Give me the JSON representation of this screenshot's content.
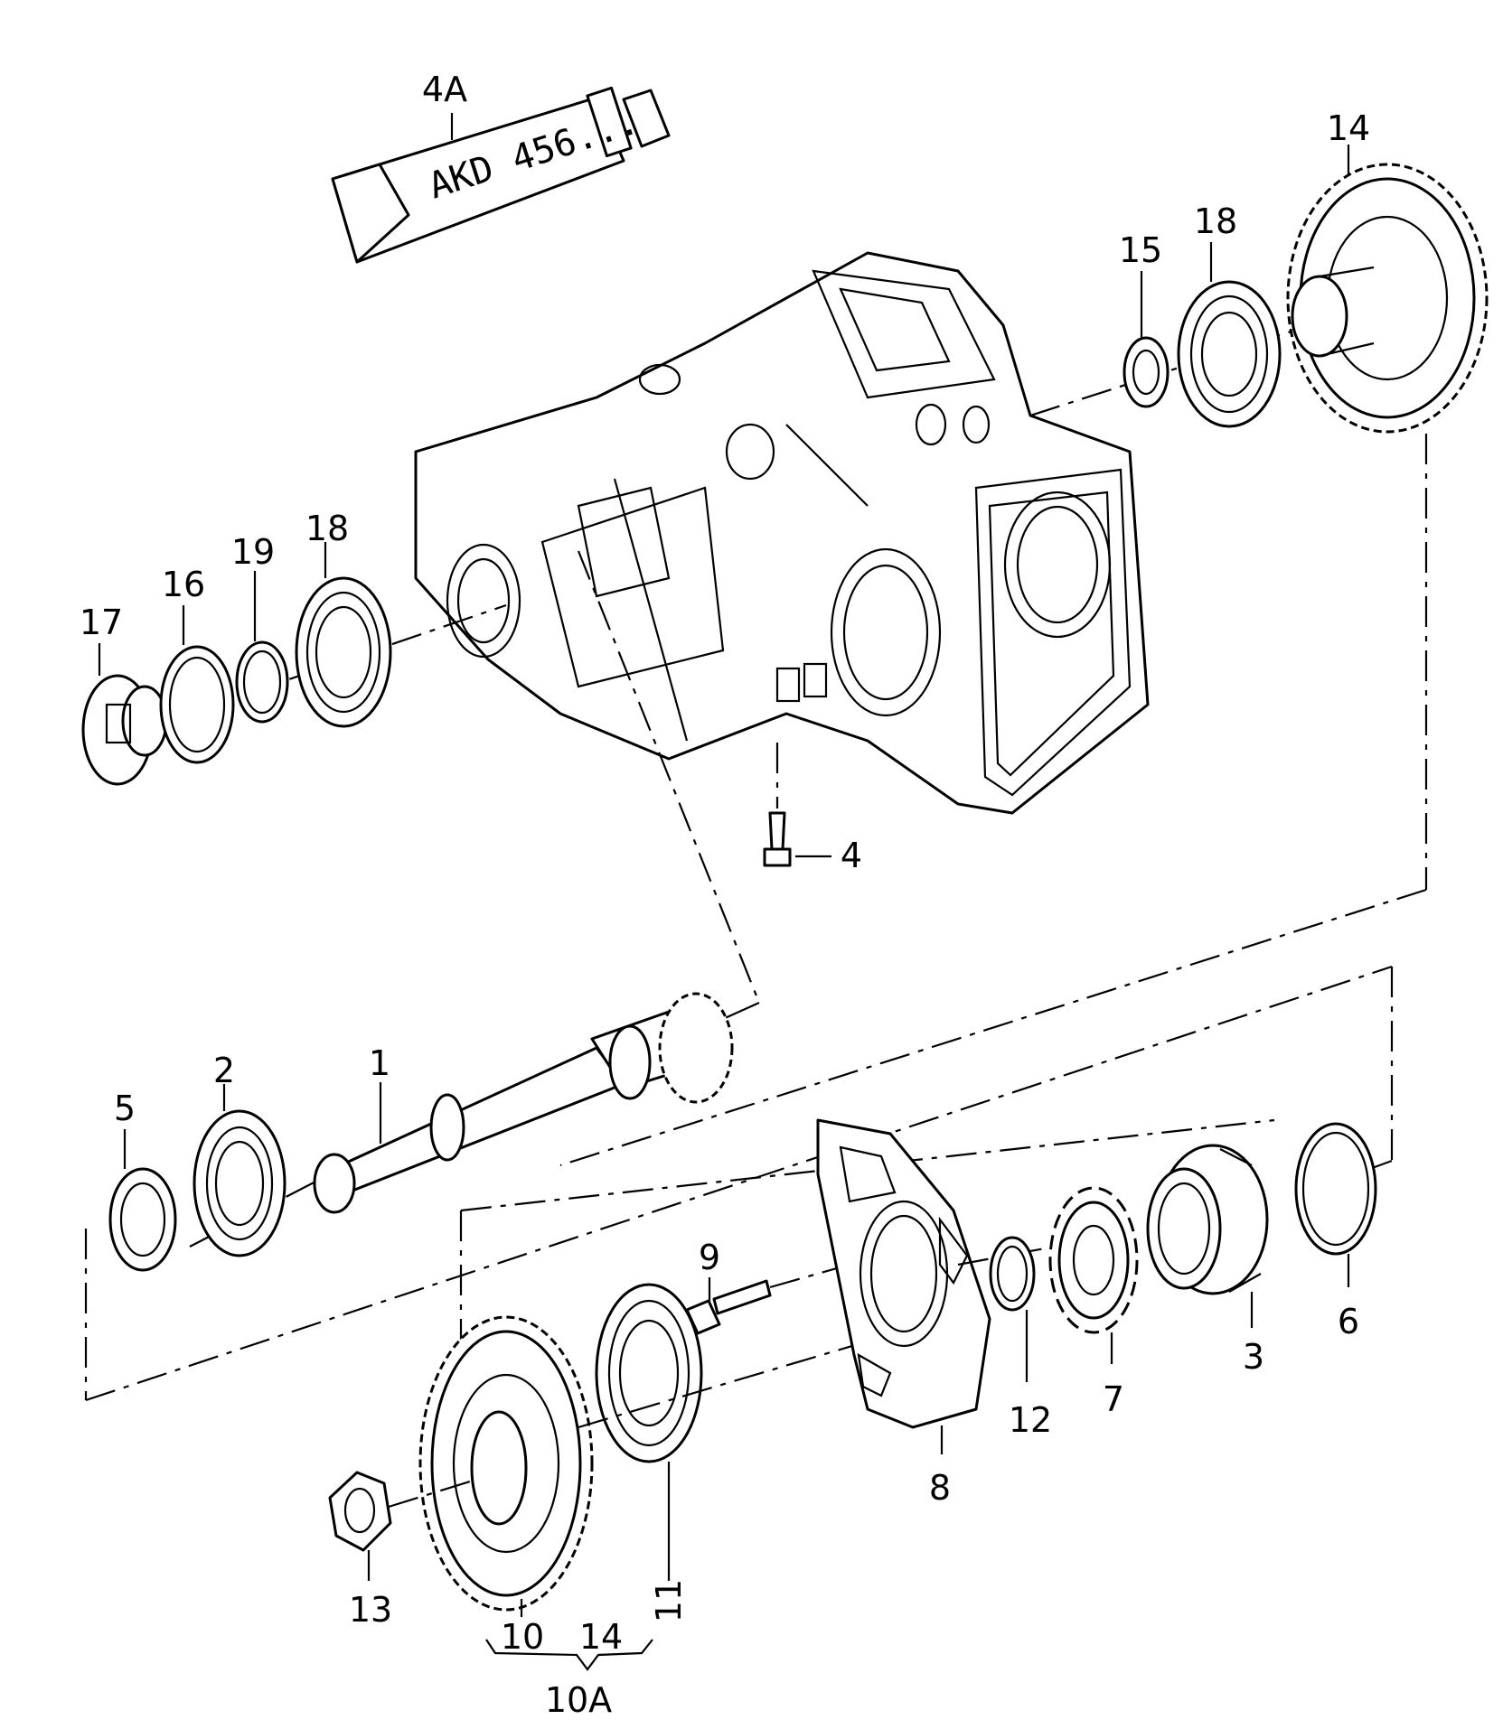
{
  "tube_text": "AKD 456...",
  "labels": {
    "p1": "1",
    "p2": "2",
    "p3": "3",
    "p4": "4",
    "p4a": "4A",
    "p5": "5",
    "p6": "6",
    "p7": "7",
    "p8": "8",
    "p9": "9",
    "p10": "10",
    "p10a": "10A",
    "p11": "11",
    "p12": "12",
    "p13": "13",
    "p14_top": "14",
    "p14_group": "14",
    "p15": "15",
    "p16": "16",
    "p17": "17",
    "p18_left": "18",
    "p18_right": "18",
    "p19": "19",
    "p10_group": "10"
  }
}
